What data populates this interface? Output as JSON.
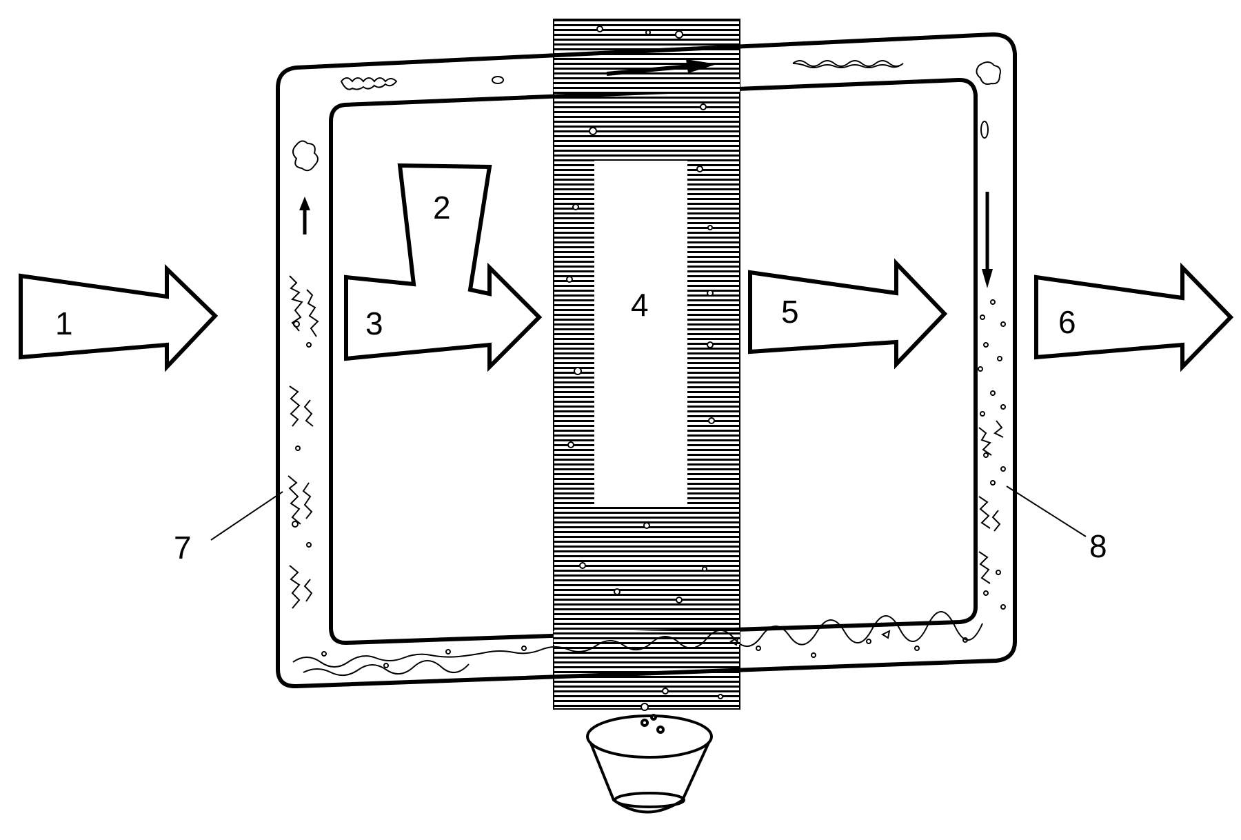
{
  "labels": {
    "l1": "1",
    "l2": "2",
    "l3": "3",
    "l4": "4",
    "l5": "5",
    "l6": "6",
    "l7": "7",
    "l8": "8"
  },
  "colors": {
    "line": "#000000",
    "background": "#ffffff",
    "hatch": "#000000"
  }
}
